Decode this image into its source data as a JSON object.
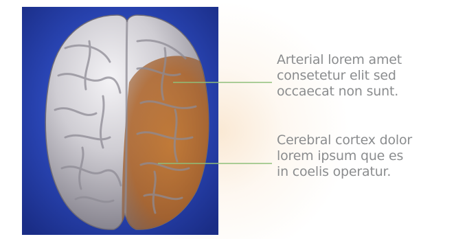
{
  "callouts": [
    {
      "lines": [
        "Arterial lorem amet",
        "consetetur elit sed",
        "occaecat non sunt."
      ],
      "region": "arterial-region"
    },
    {
      "lines": [
        "Cerebral cortex dolor",
        "lorem ipsum que es",
        "in coelis operatur."
      ],
      "region": "cerebral-cortex-region"
    }
  ],
  "colors": {
    "backdrop": "#2a46b6",
    "brain": "#c9c7cc",
    "highlight": "#b8661f",
    "leader": "#8fbf7a",
    "text": "#8a8c8e"
  }
}
